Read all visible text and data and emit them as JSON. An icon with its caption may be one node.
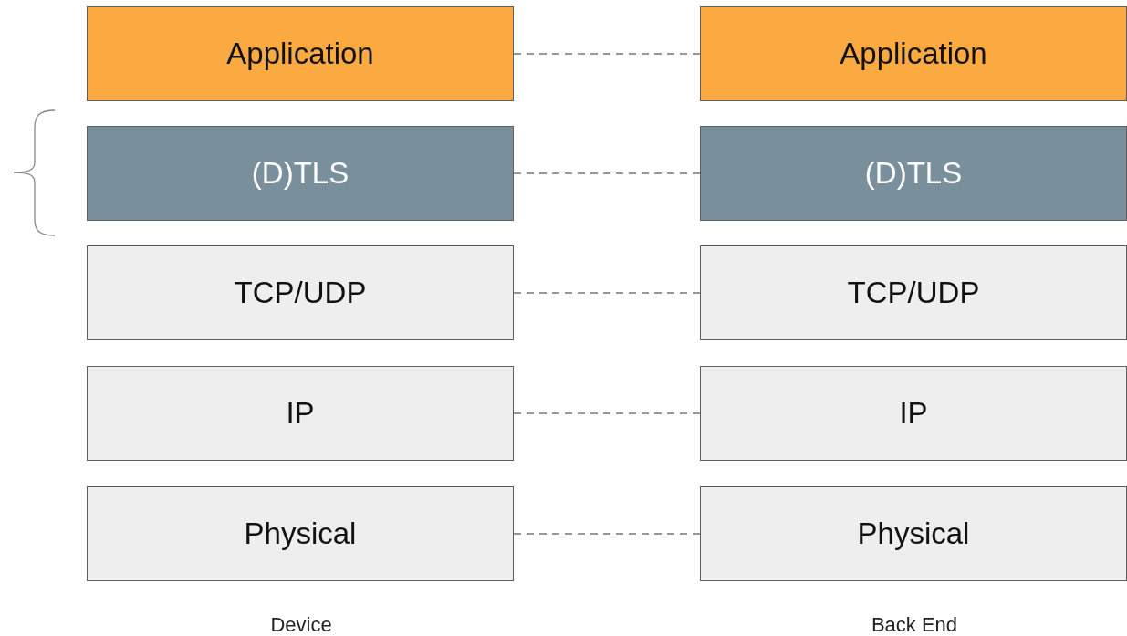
{
  "diagram": {
    "nodes": [
      {
        "text": [
          "Application"
        ]
      },
      {
        "text": [
          "Application"
        ]
      },
      {
        "text": [
          "(D)TLS"
        ]
      },
      {
        "text": [
          "(D)TLS"
        ]
      },
      {
        "text": [
          "TCP/UDP"
        ]
      },
      {
        "text": [
          "TCP/UDP"
        ]
      },
      {
        "text": [
          "IP"
        ]
      },
      {
        "text": [
          "IP"
        ]
      },
      {
        "text": [
          "Physical"
        ]
      },
      {
        "text": [
          "Physical"
        ]
      }
    ],
    "edges": [
      {
        "from": 0,
        "to": 1,
        "arrow": "none",
        "style": "dashed"
      },
      {
        "from": 2,
        "to": 3,
        "arrow": "none",
        "style": "dashed"
      },
      {
        "from": 4,
        "to": 5,
        "arrow": "none",
        "style": "dashed"
      },
      {
        "from": 6,
        "to": 7,
        "arrow": "none",
        "style": "dashed"
      },
      {
        "from": 8,
        "to": 9,
        "arrow": "none",
        "style": "dashed"
      }
    ],
    "labels": [
      "Device",
      "Back End"
    ]
  }
}
